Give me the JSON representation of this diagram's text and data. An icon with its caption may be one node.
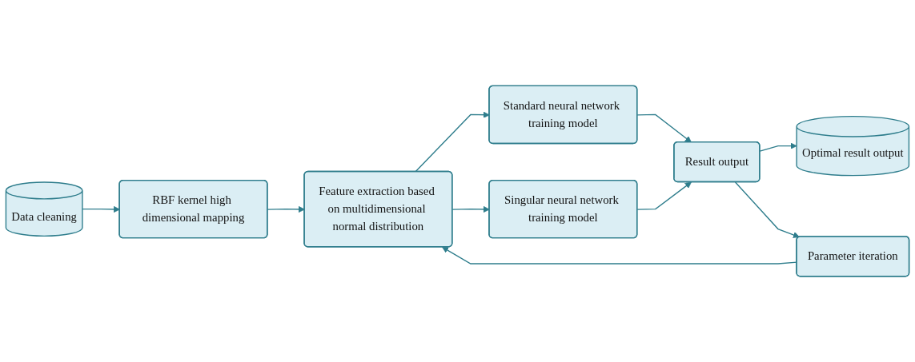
{
  "diagram": {
    "nodes": [
      {
        "text": [
          "RBF kernel high dimensional mapping"
        ]
      },
      {
        "text": [
          "Data cleaning"
        ]
      },
      {
        "text": [
          "Feature extraction based on multidimensional normal distribution"
        ]
      },
      {
        "text": [
          "Standard neural network training model"
        ]
      },
      {
        "text": [
          "Singular neural network training model"
        ]
      },
      {
        "text": [
          "Result output"
        ]
      },
      {
        "text": [
          "Optimal result output"
        ]
      },
      {
        "text": [
          "Parameter iteration"
        ]
      }
    ],
    "edges": [
      {
        "from": 1,
        "to": 0,
        "arrow": "to"
      },
      {
        "from": 0,
        "to": 2,
        "arrow": "to"
      },
      {
        "from": 2,
        "to": 3,
        "arrow": "to"
      },
      {
        "from": 2,
        "to": 4,
        "arrow": "to"
      },
      {
        "from": 3,
        "to": 5,
        "arrow": "to"
      },
      {
        "from": 4,
        "to": 5,
        "arrow": "to"
      },
      {
        "from": 5,
        "to": 6,
        "arrow": "to"
      },
      {
        "from": 5,
        "to": 7,
        "arrow": "to"
      },
      {
        "from": 7,
        "to": 2,
        "arrow": "to"
      }
    ]
  }
}
